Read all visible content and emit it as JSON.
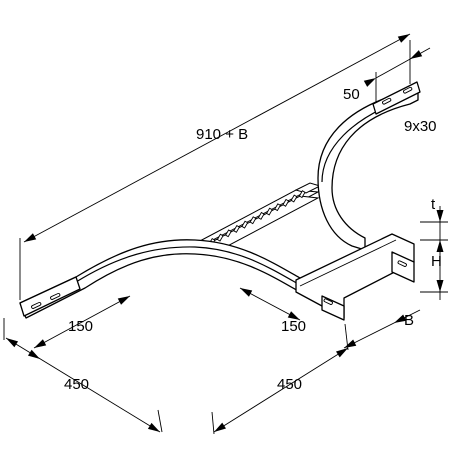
{
  "dimensions": {
    "total_length": "910 + B",
    "flange_width": "50",
    "slot_size": "9x30",
    "thickness": "t",
    "height": "H",
    "width": "B",
    "radius_left": "150",
    "radius_right": "150",
    "length_left": "450",
    "length_right": "450"
  }
}
